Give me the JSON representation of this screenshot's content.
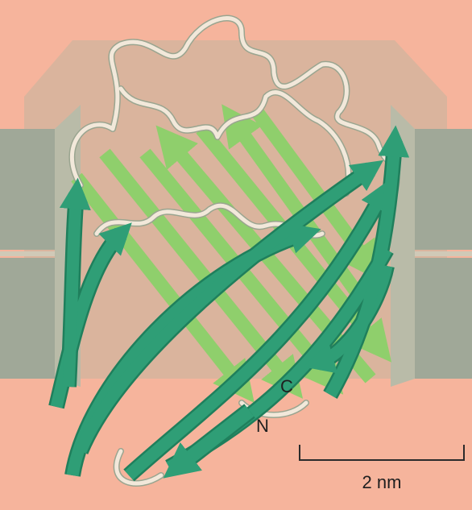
{
  "figure": {
    "terminus_labels": {
      "c": "C",
      "n": "N"
    },
    "scale_bar": {
      "label": "2 nm"
    }
  },
  "colors": {
    "background": "#f6b49c",
    "membrane_block": "#a6ac9c",
    "membrane_shadow": "#8f9a92",
    "back_strand": "#8fcf6c",
    "front_strand": "#2f9e76",
    "front_strand_dark": "#1f7f5c",
    "loop": "#f2e8da",
    "loop_outline": "#9aa590"
  },
  "icons": [
    "beta-barrel-protein",
    "scale-bar"
  ]
}
